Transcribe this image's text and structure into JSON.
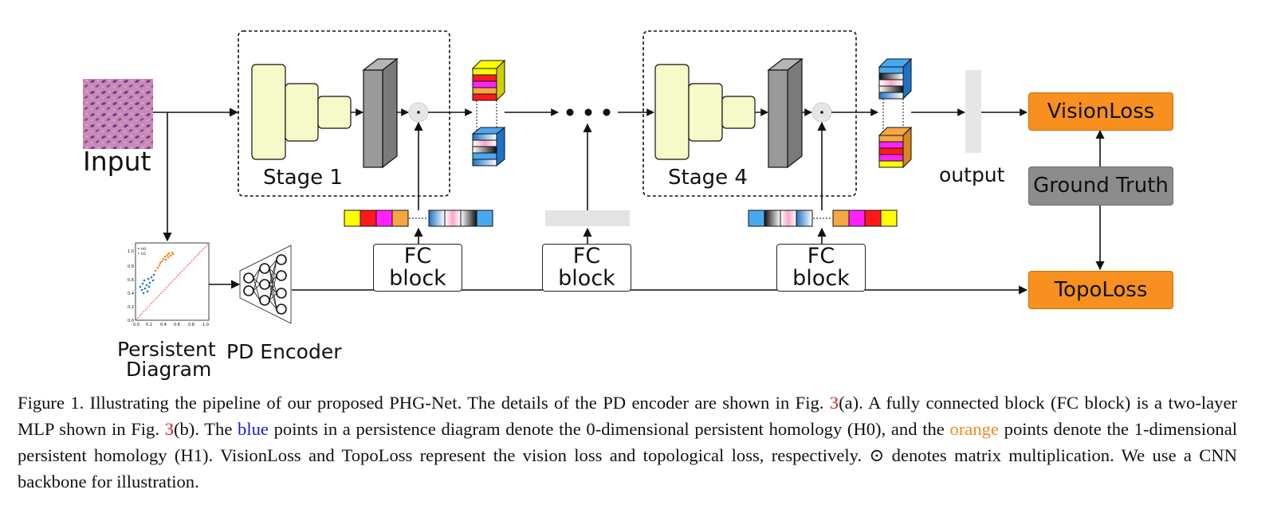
{
  "figure": {
    "input_label": "Input",
    "stage1_label": "Stage 1",
    "stage4_label": "Stage 4",
    "output_label": "output",
    "fc_block_label": "FC block",
    "pd_label_line1": "Persistent",
    "pd_label_line2": "Diagram",
    "pd_encoder_label": "PD Encoder",
    "vision_loss_label": "VisionLoss",
    "ground_truth_label": "Ground Truth",
    "topo_loss_label": "TopoLoss",
    "colors": {
      "loss_orange": "#f7901e",
      "ground_truth_gray": "#8c8c8c",
      "stage_yellow": "#f5fac8",
      "h0_blue": "#1f77b4",
      "h1_orange": "#ff7f0e"
    },
    "pd_plot": {
      "y_ticks": [
        "1.0",
        "0.8",
        "0.6",
        "0.4",
        "0.2",
        "0.0"
      ],
      "x_ticks": [
        "0.0",
        "0.2",
        "0.4",
        "0.6",
        "0.8",
        "1.0"
      ],
      "legend": [
        "H0",
        "H1"
      ]
    }
  },
  "caption": {
    "p1": "Figure 1. Illustrating the pipeline of our proposed PHG-Net. The details of the PD encoder are shown in Fig. ",
    "ref1": "3",
    "p2": "(a). A fully connected block (FC block) is a two-layer MLP shown in Fig. ",
    "ref2": "3",
    "p3": "(b). The ",
    "blue_word": "blue",
    "p4": " points in a persistence diagram denote the 0-dimensional persistent homology (H0), and the ",
    "orange_word": "orange",
    "p5": " points denote the 1-dimensional persistent homology (H1). VisionLoss and TopoLoss represent the vision loss and topological loss, respectively. ⊙ denotes matrix multiplication. We use a CNN backbone for illustration."
  }
}
